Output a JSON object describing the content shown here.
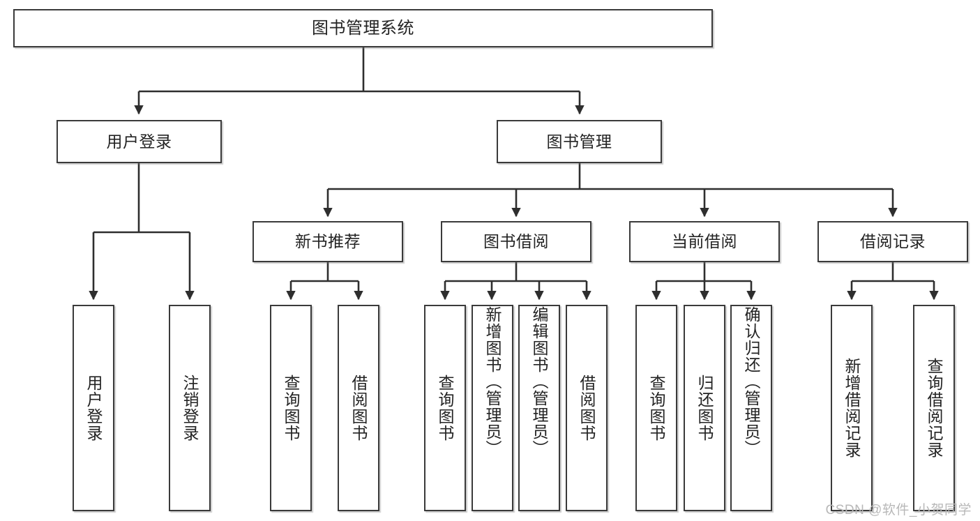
{
  "diagram": {
    "type": "tree-hierarchy",
    "title": "图书管理系统",
    "watermark": "CSDN @软件_小贺同学",
    "colors": {
      "background": "#ffffff",
      "border": "#3a3a3a",
      "text": "#232323",
      "connector": "#2e2e2e",
      "watermark": "#b8b8b8"
    },
    "levels": {
      "root": {
        "label": "图书管理系统"
      },
      "level2": [
        {
          "label": "用户登录"
        },
        {
          "label": "图书管理"
        }
      ],
      "level3": [
        {
          "label": "新书推荐"
        },
        {
          "label": "图书借阅"
        },
        {
          "label": "当前借阅"
        },
        {
          "label": "借阅记录"
        }
      ],
      "leaves": [
        {
          "label": "用户登录",
          "parent": "用户登录"
        },
        {
          "label": "注销登录",
          "parent": "用户登录"
        },
        {
          "label": "查询图书",
          "parent": "新书推荐"
        },
        {
          "label": "借阅图书",
          "parent": "新书推荐"
        },
        {
          "label": "查询图书",
          "parent": "图书借阅"
        },
        {
          "label": "新增图书（管理员）",
          "parent": "图书借阅"
        },
        {
          "label": "编辑图书（管理员）",
          "parent": "图书借阅"
        },
        {
          "label": "借阅图书",
          "parent": "图书借阅"
        },
        {
          "label": "查询图书",
          "parent": "当前借阅"
        },
        {
          "label": "归还图书",
          "parent": "当前借阅"
        },
        {
          "label": "确认归还（管理员）",
          "parent": "当前借阅"
        },
        {
          "label": "新增借阅记录",
          "parent": "借阅记录"
        },
        {
          "label": "查询借阅记录",
          "parent": "借阅记录"
        }
      ]
    }
  }
}
